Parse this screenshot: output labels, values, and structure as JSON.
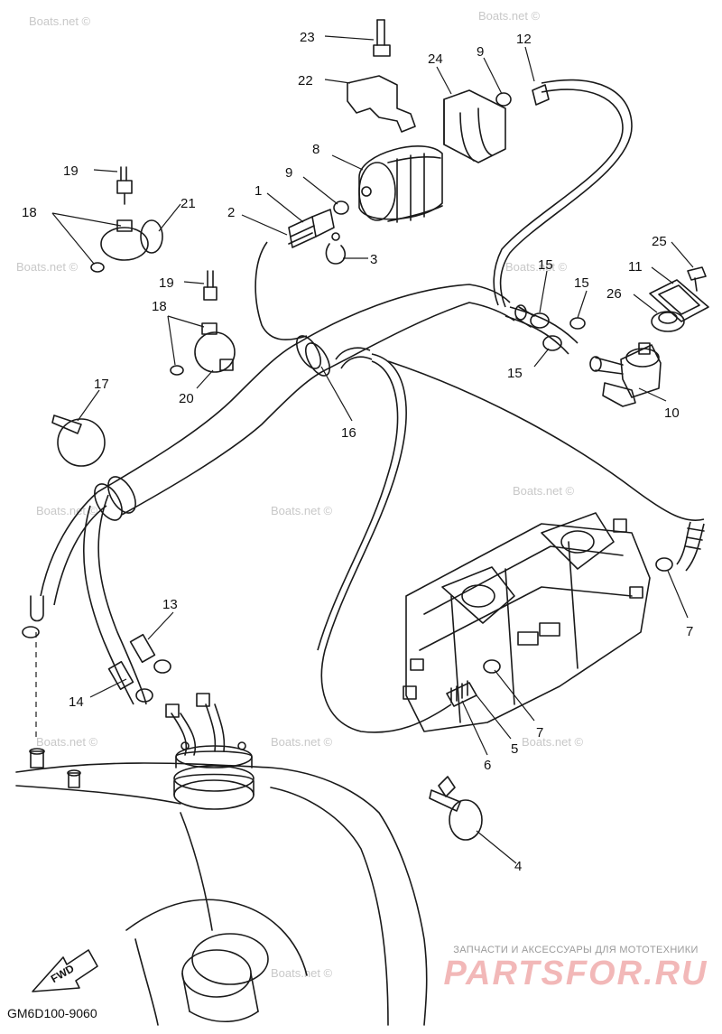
{
  "diagram": {
    "drawing_code": "GM6D100-9060",
    "fwd_label": "FWD",
    "watermark": "Boats.net ©",
    "brand": {
      "tagline": "ЗАПЧАСТИ И АКСЕССУАРЫ ДЛЯ МОТОТЕХНИКИ",
      "name": "PARTSFOR.RU"
    },
    "callouts": {
      "c1": "1",
      "c2": "2",
      "c3": "3",
      "c4": "4",
      "c5": "5",
      "c6": "6",
      "c7a": "7",
      "c7b": "7",
      "c8": "8",
      "c9a": "9",
      "c9b": "9",
      "c10": "10",
      "c11": "11",
      "c12": "12",
      "c13": "13",
      "c14": "14",
      "c15a": "15",
      "c15b": "15",
      "c15c": "15",
      "c16": "16",
      "c17": "17",
      "c18a": "18",
      "c18b": "18",
      "c19a": "19",
      "c19b": "19",
      "c20": "20",
      "c21": "21",
      "c22": "22",
      "c23": "23",
      "c24": "24",
      "c25": "25",
      "c26": "26"
    }
  }
}
